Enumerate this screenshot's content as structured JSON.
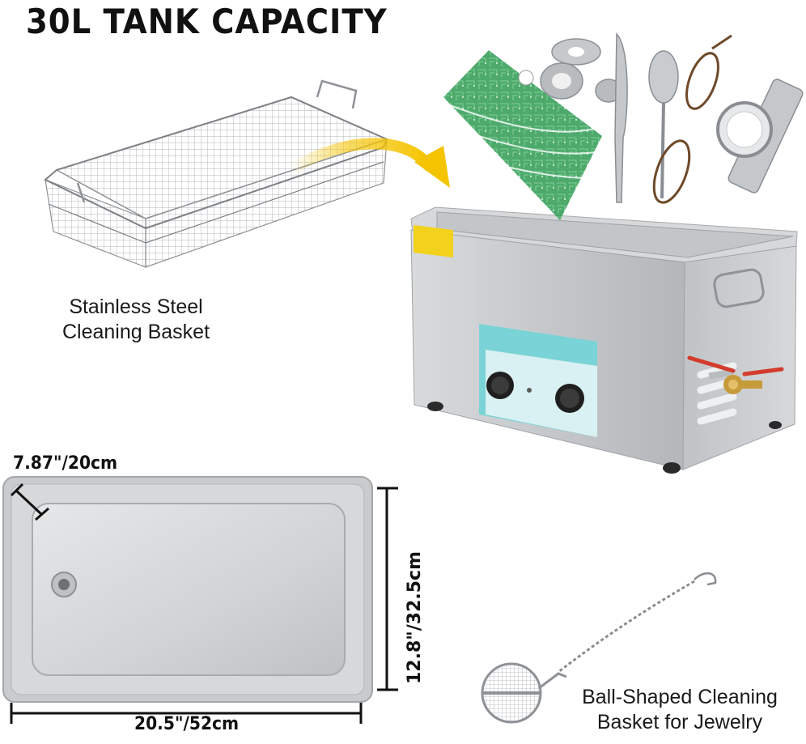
{
  "title": "30L TANK CAPACITY",
  "captions": {
    "basket": [
      "Stainless Steel",
      "Cleaning Basket"
    ],
    "ball": [
      "Ball-Shaped Cleaning",
      "Basket for Jewelry"
    ]
  },
  "dimensions": {
    "depth": "7.87\"/20cm",
    "height": "12.8\"/32.5cm",
    "width": "20.5\"/52cm"
  },
  "colors": {
    "title": "#111111",
    "arrow": "#f5c400",
    "panel": "#7ad3d6",
    "steel": "#c9cccf",
    "warning_label": "#f2d21c",
    "pcb": "#3aa15c"
  },
  "icons": {
    "arrow": "curved-arrow-icon",
    "valve": "drain-valve-icon"
  }
}
